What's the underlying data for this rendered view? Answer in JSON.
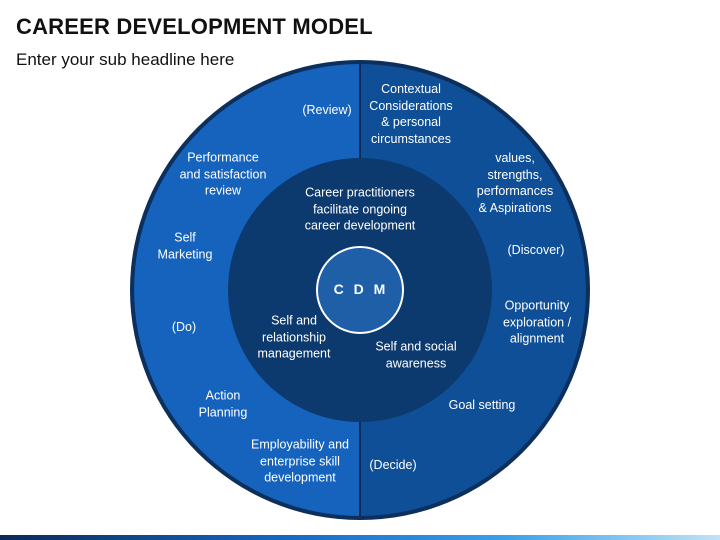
{
  "header": {
    "title": "CAREER DEVELOPMENT MODEL",
    "subtitle": "Enter your sub headline here"
  },
  "colors": {
    "outer_border": "#0c2f5c",
    "left_half": "#1563bd",
    "right_half": "#0f4f97",
    "middle_ring": "#0d3a6e",
    "center_circle": "#1e5fa8",
    "divider": "#0b2b55"
  },
  "center": {
    "label": "C D M"
  },
  "middle_ring": {
    "top": "Career practitioners\nfacilitate ongoing\ncareer development",
    "left": "Self and\nrelationship\nmanagement",
    "right": "Self and social\nawareness"
  },
  "outer_ring": {
    "review_phase": "(Review)",
    "contextual": "Contextual\nConsiderations\n& personal\ncircumstances",
    "performance": "Performance\nand satisfaction\nreview",
    "values": "values,\nstrengths,\nperformances\n& Aspirations",
    "self_marketing": "Self\nMarketing",
    "discover_phase": "(Discover)",
    "opportunity": "Opportunity\nexploration /\nalignment",
    "do_phase": "(Do)",
    "action_planning": "Action\nPlanning",
    "goal_setting": "Goal setting",
    "employability": "Employability and\nenterprise skill\ndevelopment",
    "decide_phase": "(Decide)"
  }
}
